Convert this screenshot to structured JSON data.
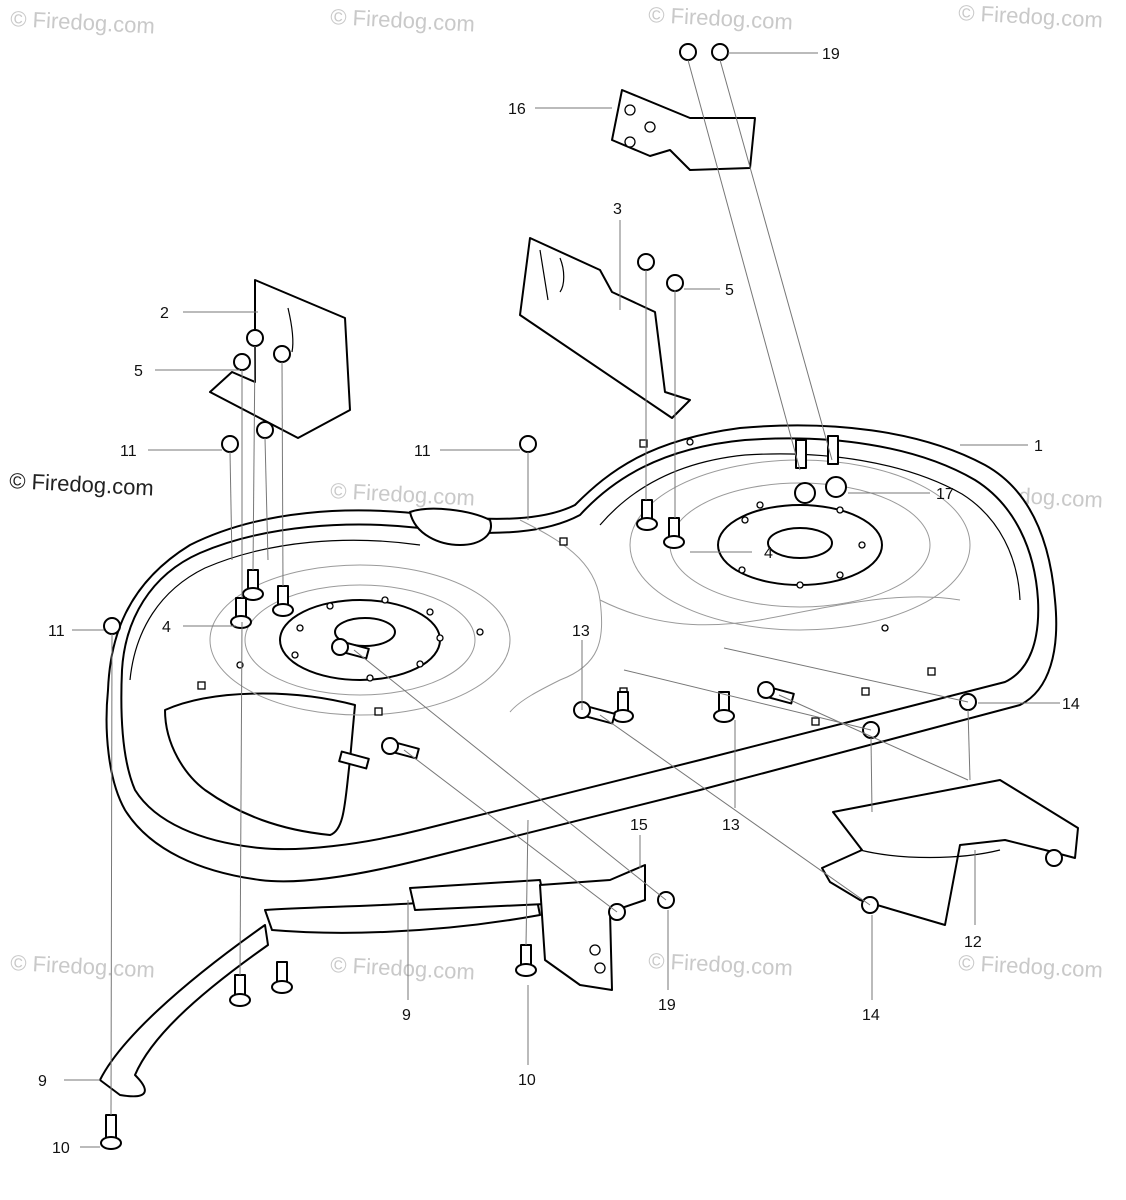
{
  "watermark": "© Firedog.com",
  "copyright": "© Firedog.com",
  "callouts": [
    "1",
    "2",
    "3",
    "4",
    "4",
    "5",
    "5",
    "9",
    "9",
    "10",
    "10",
    "11",
    "11",
    "11",
    "12",
    "13",
    "13",
    "14",
    "14",
    "15",
    "16",
    "17",
    "19",
    "19"
  ]
}
